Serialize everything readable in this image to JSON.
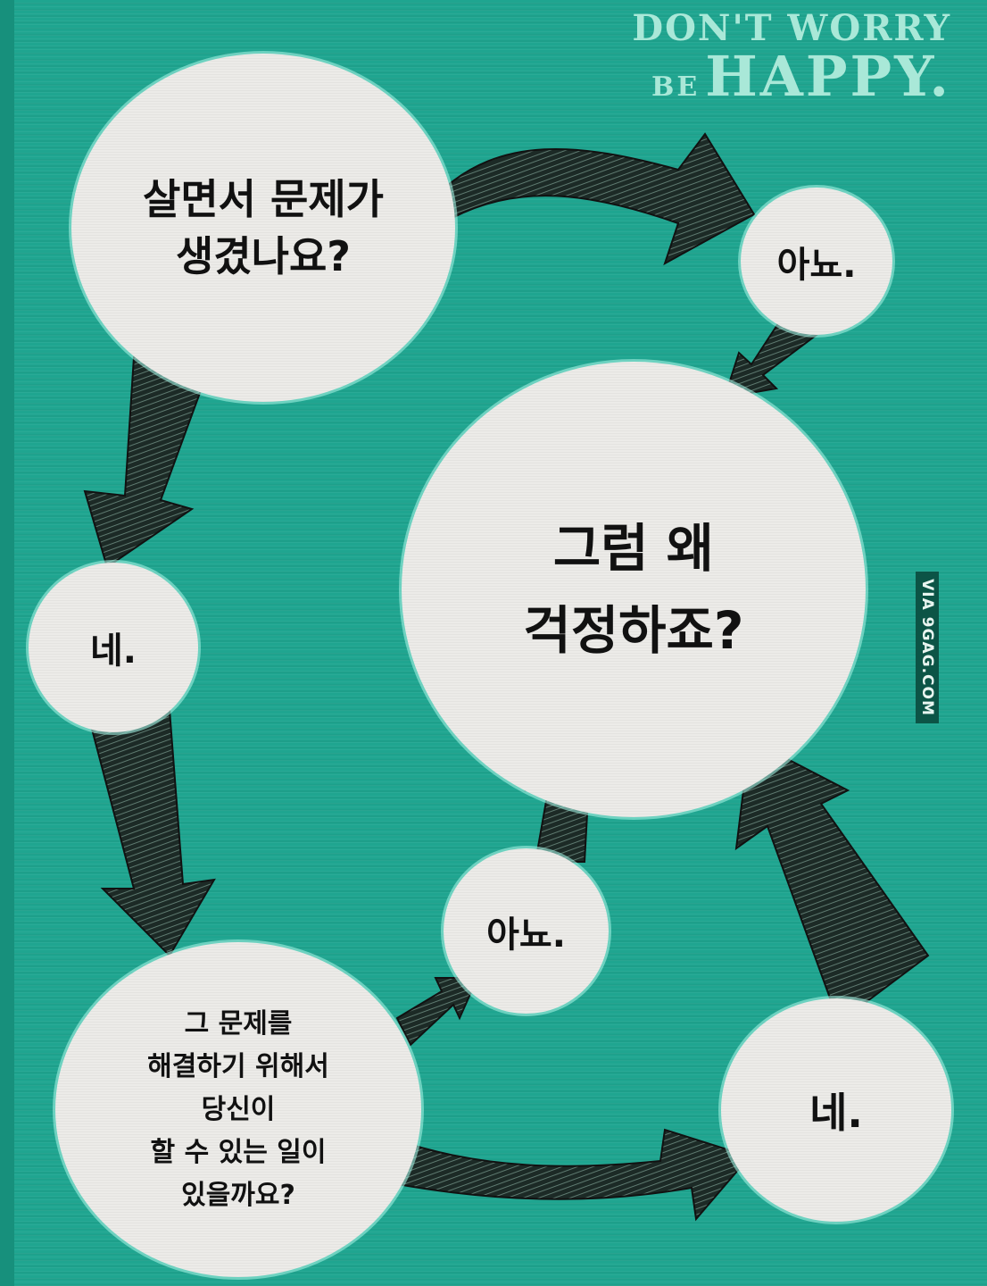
{
  "header": {
    "line1": "DON'T WORRY",
    "be": "BE",
    "happy": "HAPPY."
  },
  "watermark": "VIA 9GAG.COM",
  "flowchart": {
    "start": "살면서 문제가\n생겼나요?",
    "no_top": "아뇨.",
    "center": "그럼 왜\n걱정하죠?",
    "yes_left": "네.",
    "question2": "그 문제를\n해결하기 위해서\n당신이\n할 수 있는 일이\n있을까요?",
    "no_bottom": "아뇨.",
    "yes_bottom": "네."
  },
  "colors": {
    "background": "#1fa590",
    "circle": "#ecebe8",
    "arrow": "#1c2a26",
    "title": "#a9e8d8",
    "watermark_bg": "#0c5446"
  }
}
